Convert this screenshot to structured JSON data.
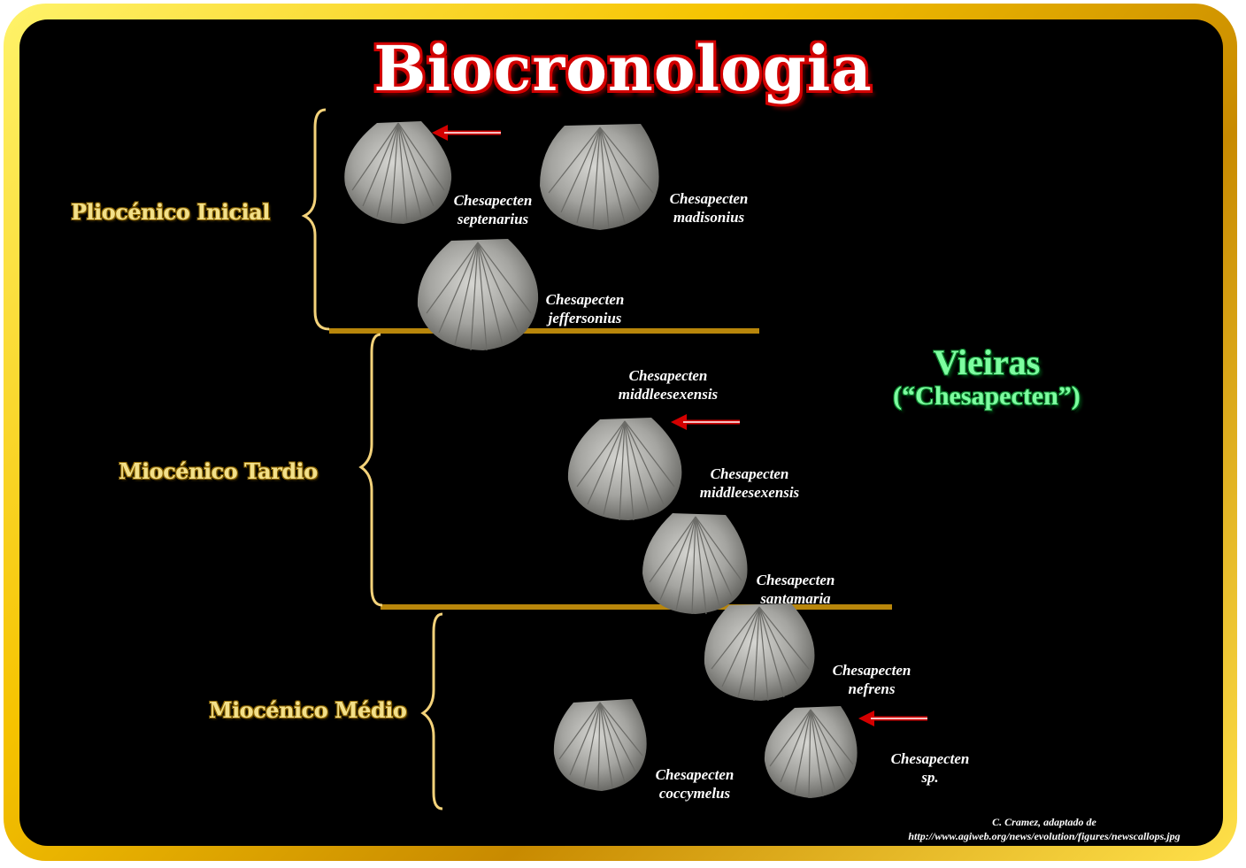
{
  "title": "Biocronologia",
  "periods": {
    "plioceno_inicial": "Pliocénico Inicial",
    "mioceno_tardio": "Miocénico Tardio",
    "mioceno_medio": "Miocénico Médio"
  },
  "species": [
    {
      "genus": "Chesapecten",
      "epithet": "septenarius"
    },
    {
      "genus": "Chesapecten",
      "epithet": "madisonius"
    },
    {
      "genus": "Chesapecten",
      "epithet": "jeffersonius"
    },
    {
      "genus": "Chesapecten",
      "epithet": "middleesexensis"
    },
    {
      "genus": "Chesapecten",
      "epithet": "middleesexensis"
    },
    {
      "genus": "Chesapecten",
      "epithet": "santamaria"
    },
    {
      "genus": "Chesapecten",
      "epithet": "nefrens"
    },
    {
      "genus": "Chesapecten",
      "epithet": "coccymelus"
    },
    {
      "genus": "Chesapecten",
      "epithet": "sp."
    }
  ],
  "group": {
    "name": "Vieiras",
    "subtitle": "(“Chesapecten”)"
  },
  "credit": {
    "line1": "C. Cramez, adaptado de",
    "line2": "http://www.agiweb.org/news/evolution/figures/newscallops.jpg"
  },
  "colors": {
    "frame": "#f6c300",
    "background": "#000000",
    "title_outline": "#d20000",
    "period_text": "#f3e08a",
    "boundary_line": "#b8860b",
    "arrow": "#d40000",
    "group_text": "#7dffa0",
    "shell": "#a8a8a4"
  },
  "icons": [
    "scallop-shell-icon",
    "red-arrow-icon",
    "curly-brace-icon"
  ]
}
